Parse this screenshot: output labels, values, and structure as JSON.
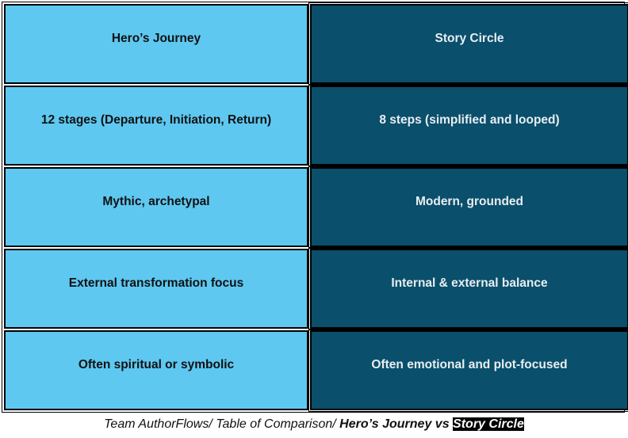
{
  "table": {
    "headers": [
      "Hero’s Journey",
      "Story Circle"
    ],
    "rows": [
      [
        "12 stages (Departure, Initiation, Return)",
        "8 steps (simplified and looped)"
      ],
      [
        "Mythic, archetypal",
        "Modern, grounded"
      ],
      [
        "External transformation focus",
        "Internal & external balance"
      ],
      [
        "Often spiritual or symbolic",
        "Often emotional and plot-focused"
      ]
    ]
  },
  "caption": {
    "prefix": "Team AuthorFlows/ Table of Comparison/ ",
    "bold_part": "Hero’s Journey vs ",
    "highlight_part": "Story Circle"
  },
  "colors": {
    "left_column": "#5ec8f1",
    "right_column": "#0a4f6b",
    "caption_highlight": "#000000"
  }
}
